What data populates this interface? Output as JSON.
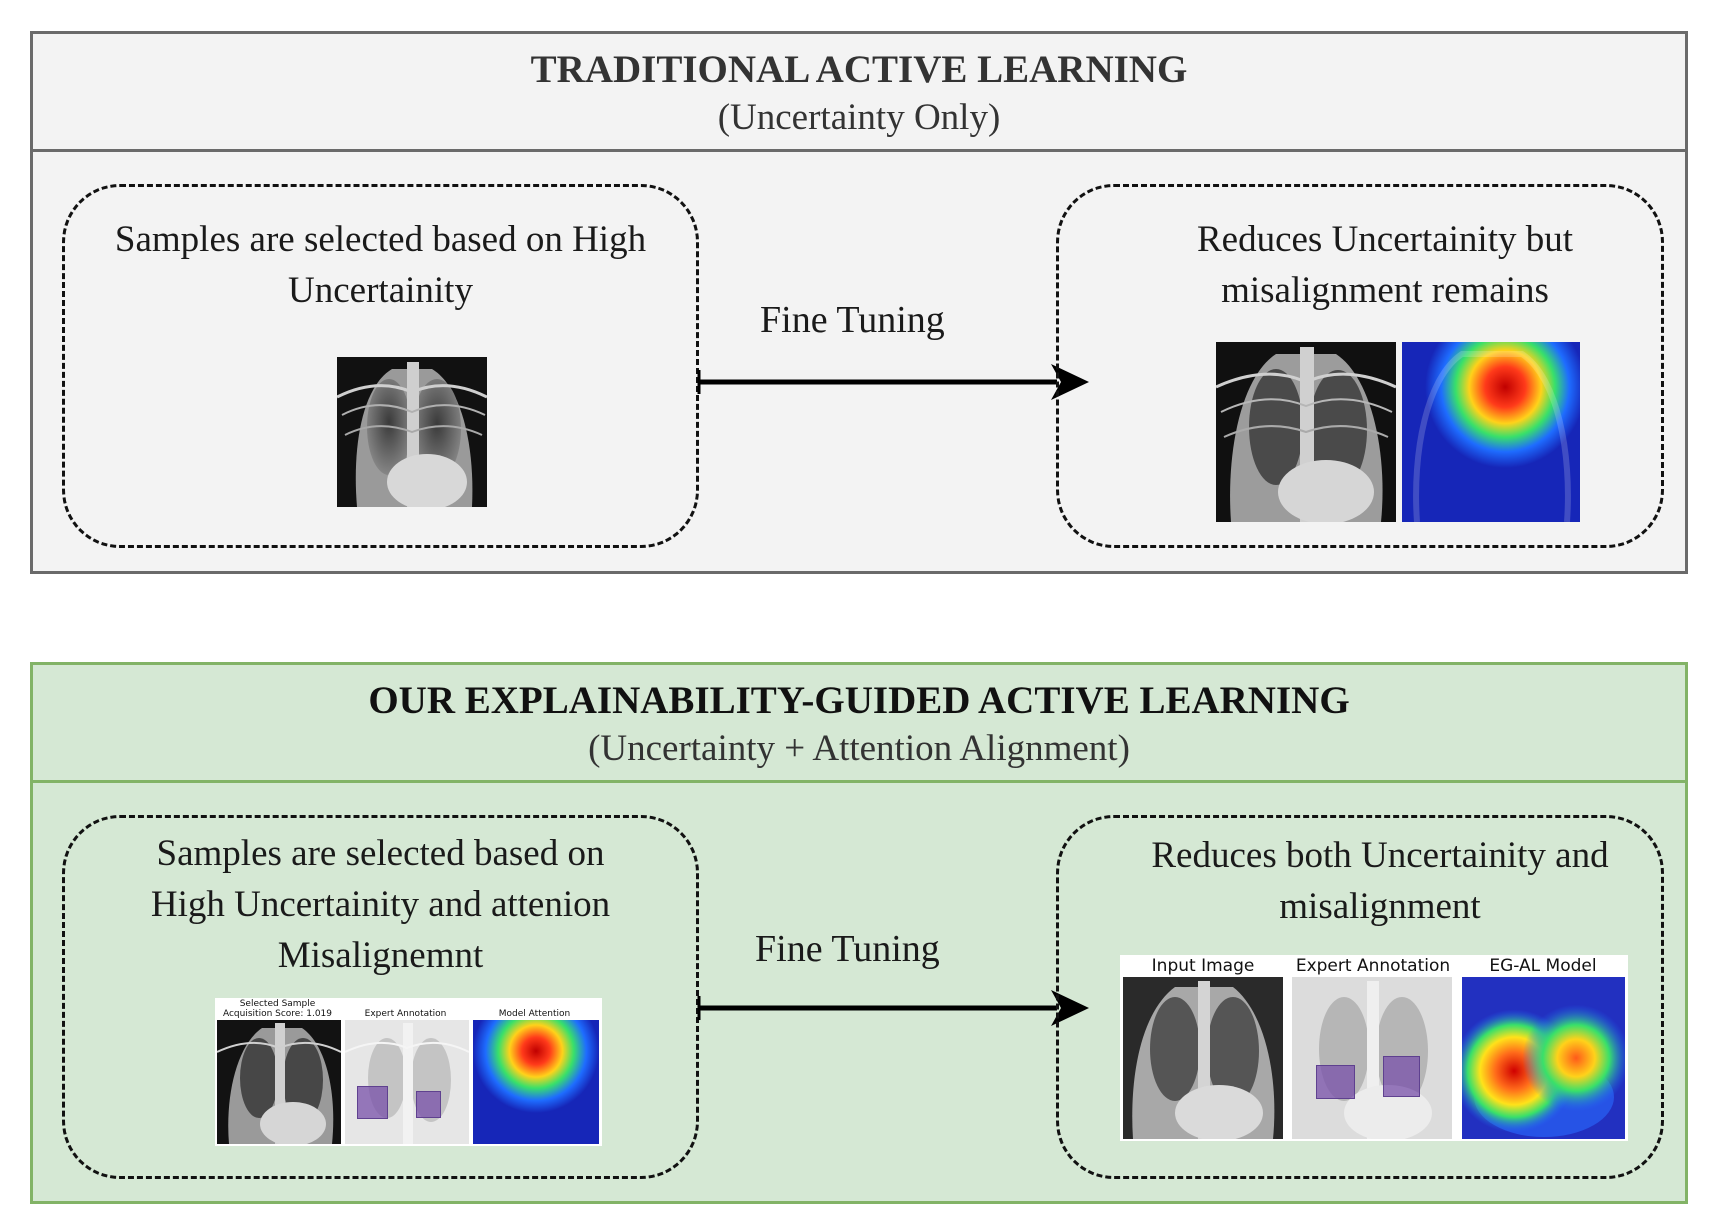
{
  "traditional": {
    "title": "TRADITIONAL ACTIVE LEARNING",
    "subtitle": "(Uncertainty Only)",
    "left_box_text": "Samples are selected based on High Uncertainity",
    "arrow_label": "Fine Tuning",
    "right_box_text": "Reduces Uncertainity but misalignment remains"
  },
  "ours": {
    "title": "OUR EXPLAINABILITY-GUIDED ACTIVE LEARNING",
    "subtitle": "(Uncertainty + Attention Alignment)",
    "left_box_text": "Samples are selected based on High Uncertainity and attenion Misalignemnt",
    "arrow_label": "Fine Tuning",
    "right_box_text": "Reduces both Uncertainity and misalignment",
    "left_figure": {
      "captions": [
        "Selected Sample\nAcquisition Score: 1.019",
        "Expert Annotation",
        "Model Attention"
      ]
    },
    "right_figure": {
      "captions": [
        "Input Image",
        "Expert Annotation",
        "EG-AL Model"
      ]
    }
  },
  "colors": {
    "traditional_fill": "#f3f3f3",
    "traditional_border": "#6a6a6a",
    "ours_fill": "#d5e8d4",
    "ours_border": "#82b366"
  }
}
